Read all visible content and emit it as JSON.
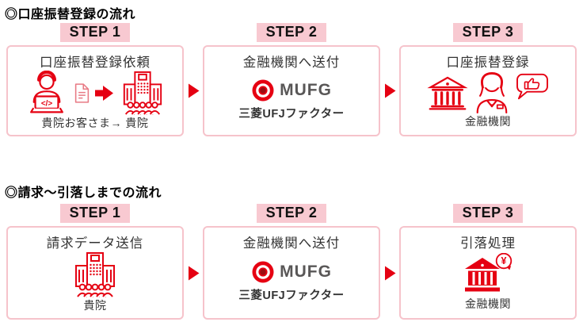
{
  "colors": {
    "icon_red": "#e50012",
    "mufg_red": "#e60012",
    "mufg_center_red": "#9b0c12",
    "step_label_bg": "#f8c9d1",
    "box_border_pink": "#f6c3cb",
    "text_dark": "#333333",
    "mufg_text_gray": "#595757"
  },
  "sections": [
    {
      "title": "◎口座振替登録の流れ",
      "steps": [
        {
          "label": "STEP 1",
          "heading": "口座振替登録依頼",
          "caption": "貴院お客さま→ 貴院",
          "icons": [
            "person-laptop-icon",
            "document-icon",
            "transfer-arrow-icon",
            "building-people-icon"
          ]
        },
        {
          "label": "STEP 2",
          "heading": "金融機関へ送付",
          "logo_brand": "MUFG",
          "logo_company": "三菱UFJファクター",
          "icons": [
            "mufg-logo-icon"
          ]
        },
        {
          "label": "STEP 3",
          "heading": "口座振替登録",
          "caption": "金融機関",
          "icons": [
            "bank-icon",
            "teller-person-icon",
            "thumbs-up-bubble-icon"
          ]
        }
      ]
    },
    {
      "title": "◎請求〜引落しまでの流れ",
      "steps": [
        {
          "label": "STEP 1",
          "heading": "請求データ送信",
          "caption": "貴院",
          "icons": [
            "building-people-icon"
          ]
        },
        {
          "label": "STEP 2",
          "heading": "金融機関へ送付",
          "logo_brand": "MUFG",
          "logo_company": "三菱UFJファクター",
          "icons": [
            "mufg-logo-icon"
          ]
        },
        {
          "label": "STEP 3",
          "heading": "引落処理",
          "caption": "金融機関",
          "icons": [
            "bank-yen-icon"
          ]
        }
      ]
    }
  ],
  "flow_arrow": "right-triangle-arrow"
}
